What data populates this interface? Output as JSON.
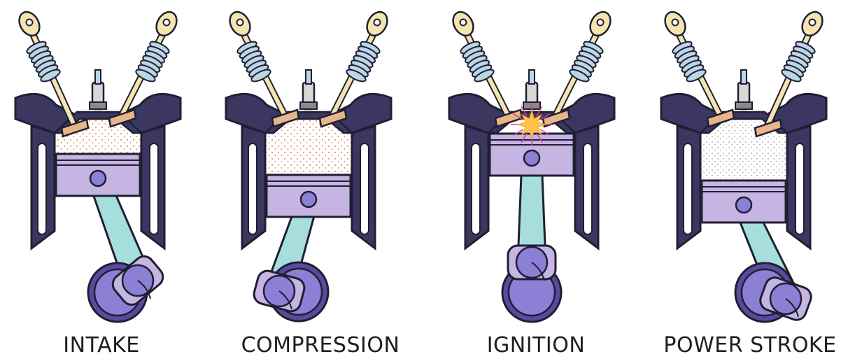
{
  "colors": {
    "outline": "#1f1f33",
    "cylinder": "#3b3760",
    "piston": "#c6b4e2",
    "piston_pin": "#8c7fd6",
    "connecting_rod": "#a5dedd",
    "crank_disc": "#8c7fd6",
    "crank_ring": "#5a4a9e",
    "valve_stem": "#f5e4b0",
    "valve_head": "#e8b58a",
    "spring": "#bcd6e6",
    "spark_plug": "#d8d8d8",
    "fuel_dots": "#e8956b",
    "exhaust_dots": "#9aa0a8",
    "spark_flash": "#ffc24a",
    "spark_rays": "#e0389a"
  },
  "strokes": [
    {
      "id": "intake",
      "label": "INTAKE"
    },
    {
      "id": "compression",
      "label": "COMPRESSION"
    },
    {
      "id": "ignition",
      "label": "IGNITION"
    },
    {
      "id": "power",
      "label": "POWER STROKE"
    }
  ]
}
